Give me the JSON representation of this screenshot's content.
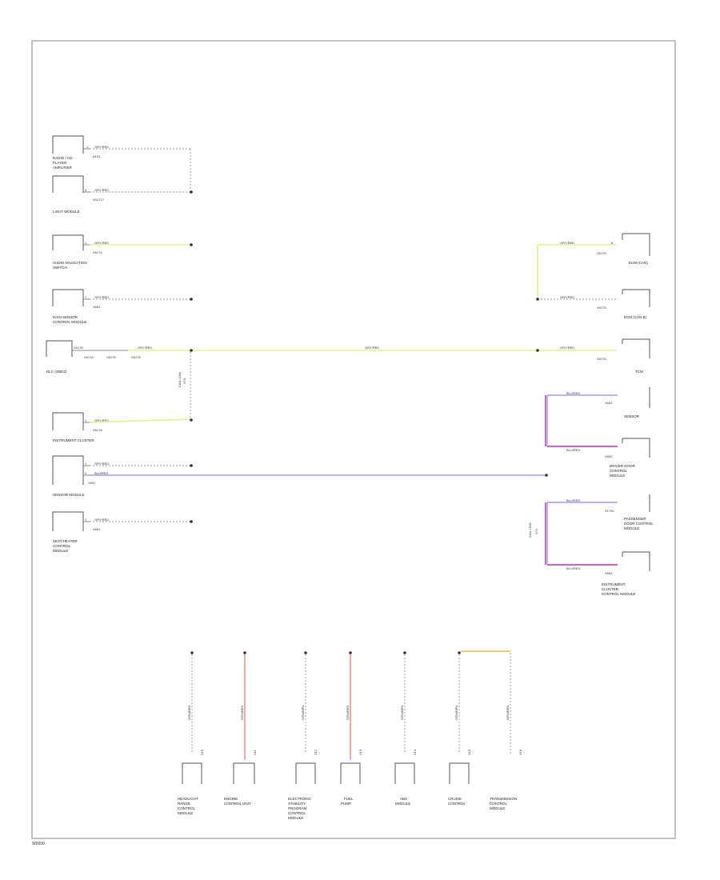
{
  "footer_code": "W0000",
  "colors": {
    "can_high": "#e6f08a",
    "can_low": "#8c8cf0",
    "can_low_alt": "#b000b0",
    "red": "#f06a6a",
    "orange": "#f5a623"
  },
  "left_components": [
    {
      "name": "RADIO / CD PLAYER AMPLIFIER",
      "lines": [
        "RADIO / CD",
        "PLAYER",
        "AMPLIFIER"
      ],
      "wire": "GRY/RED",
      "circuit": "A101"
    },
    {
      "name": "LIGHT MODULE",
      "lines": [
        "LIGHT MODULE"
      ],
      "wire": "GRY/RED",
      "circuit": "X01717"
    },
    {
      "name": "AUDIO NAVIGATION SWITCH",
      "lines": [
        "AUDIO NAVIGATION",
        "SWITCH"
      ],
      "wire": "GRY/RED",
      "circuit": "X6174"
    },
    {
      "name": "RAIN SENSOR CONTROL MODULE",
      "lines": [
        "RAIN SENSOR",
        "CONTROL MODULE"
      ],
      "wire": "GRY/RED",
      "circuit": "X651"
    },
    {
      "name": "DLC (OBD2)",
      "lines": [
        "DLC (OBD2)"
      ],
      "wire": "GRY/RED",
      "circuit": "X6178"
    },
    {
      "name": "INSTRUMENT CLUSTER",
      "lines": [
        "INSTRUMENT CLUSTER"
      ],
      "wire": "GRY/RED",
      "circuit": "X6178"
    },
    {
      "name": "SENSOR MODULE",
      "lines": [
        "SENSOR MODULE"
      ],
      "wire": "GRY/RED",
      "circuit": "X651"
    },
    {
      "name": "SEAT/HEATER CONTROL MODULE",
      "lines": [
        "SEAT/HEATER",
        "CONTROL",
        "MODULE"
      ],
      "wire": "GRY/RED",
      "circuit": "X651"
    }
  ],
  "right_components": [
    {
      "name": "ECM (CAN)",
      "lines": [
        "ECM (CAN)"
      ],
      "wire": "GRY/RED",
      "circuit": "X6175"
    },
    {
      "name": "ECM (CAN B)",
      "lines": [
        "ECM (CAN B)"
      ],
      "wire": "GRY/RED",
      "circuit": "X6176"
    },
    {
      "name": "TCM",
      "lines": [
        "TCM"
      ],
      "wire": "GRY/RED",
      "circuit": "X6176"
    },
    {
      "name": "SENSOR",
      "lines": [
        "SENSOR"
      ],
      "wire": "BLU/RED",
      "circuit": "X652"
    },
    {
      "name": "DRIVER DOOR CONTROL MODULE",
      "lines": [
        "DRIVER DOOR",
        "CONTROL",
        "MODULE"
      ],
      "wire": "BLU/RED",
      "circuit": "X652"
    },
    {
      "name": "PASSENGER DOOR CONTROL MODULE",
      "lines": [
        "PASSENGER",
        "DOOR CONTROL",
        "MODULE"
      ],
      "wire": "BLU/RED",
      "circuit": "X1700"
    },
    {
      "name": "INSTRUMENT CLUSTER CONTROL MODULE",
      "lines": [
        "INSTRUMENT",
        "CLUSTER",
        "CONTROL MODULE"
      ],
      "wire": "BLU/RED",
      "circuit": "X652"
    }
  ],
  "main_bus_label": "GRY/RED",
  "bus_text_left": "CAN LOW",
  "bus_text_right": "CAN LOW",
  "splice_labels": [
    "X70",
    "X71"
  ],
  "bottom_components": [
    {
      "name": "HEADLIGHT RANGE CONTROL MODULE",
      "lines": [
        "HEADLIGHT",
        "RANGE",
        "CONTROL",
        "MODULE"
      ],
      "wire": "GRN/BRN"
    },
    {
      "name": "ENGINE CONTROL UNIT",
      "lines": [
        "ENGINE",
        "CONTROL UNIT"
      ],
      "wire": "GRN/BRN"
    },
    {
      "name": "ELECTRONIC STABILITY PROGRAM CONTROL MODULE",
      "lines": [
        "ELECTRONIC",
        "STABILITY",
        "PROGRAM",
        "CONTROL",
        "MODULE"
      ],
      "wire": "GRN/BRN"
    },
    {
      "name": "FUEL PUMP",
      "lines": [
        "FUEL",
        "PUMP"
      ],
      "wire": "GRN/BRN"
    },
    {
      "name": "ABS MODULE",
      "lines": [
        "ABS",
        "MODULE"
      ],
      "wire": "GRN/BRN"
    },
    {
      "name": "CRUISE CONTROL",
      "lines": [
        "CRUISE",
        "CONTROL"
      ],
      "wire": "GRN/BRN"
    },
    {
      "name": "TRANSMISSION CONTROL MODULE",
      "lines": [
        "TRANSMISSION",
        "CONTROL",
        "MODULE"
      ],
      "wire": "GRN/BRN"
    }
  ],
  "bottom_pin_labels": [
    "X10",
    "X11",
    "X12",
    "X13",
    "X14",
    "X15",
    "X16"
  ]
}
